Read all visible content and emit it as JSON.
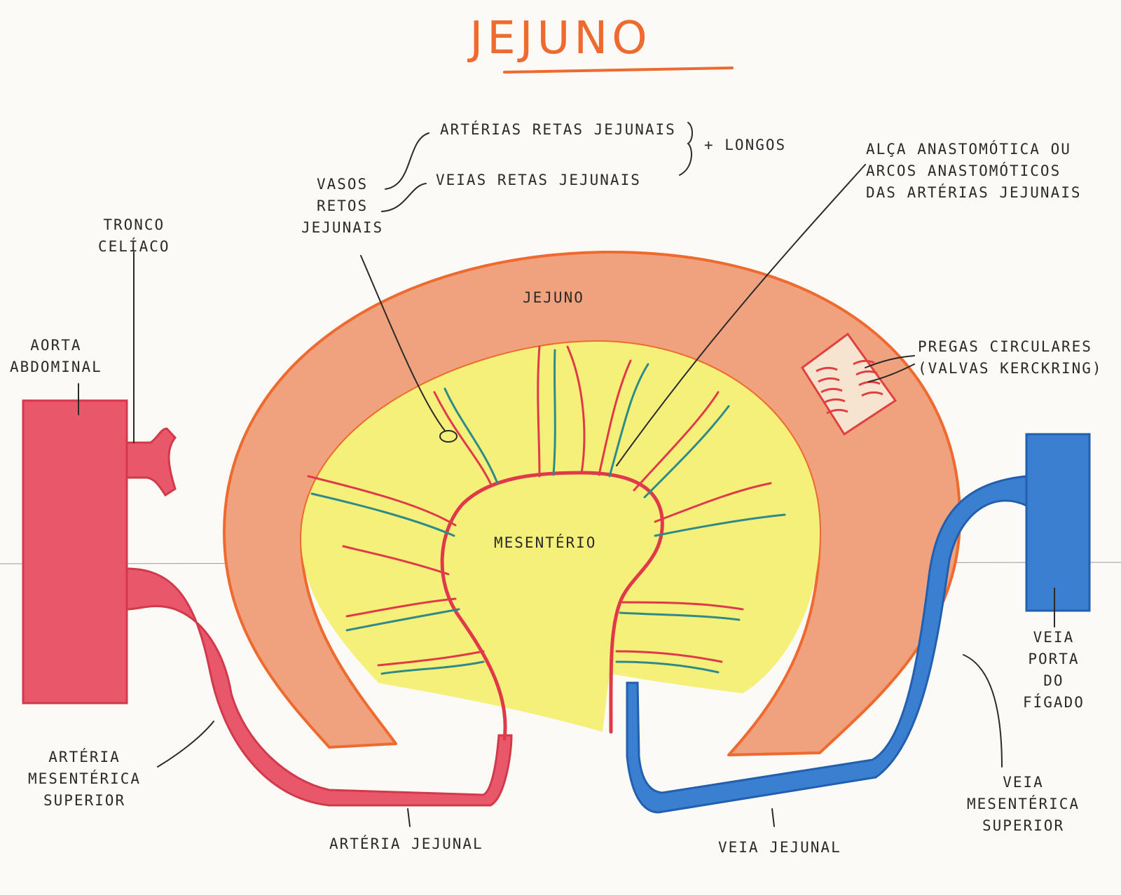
{
  "title": "JEJUNO",
  "labels": {
    "jejuno_inner": "JEJUNO",
    "mesenterio": "MESENTÉRIO",
    "tronco_celiaco": [
      "TRONCO",
      "CELÍACO"
    ],
    "aorta_abdominal": [
      "AORTA",
      "ABDOMINAL"
    ],
    "arteria_mesenterica_superior": [
      "ARTÉRIA",
      "MESENTÉRICA",
      "SUPERIOR"
    ],
    "arteria_jejunal": "ARTÉRIA JEJUNAL",
    "veia_jejunal": "VEIA JEJUNAL",
    "veia_porta_do_figado": [
      "VEIA",
      "PORTA",
      "DO",
      "FÍGADO"
    ],
    "veia_mesenterica_superior": [
      "VEIA",
      "MESENTÉRICA",
      "SUPERIOR"
    ],
    "vasos_retos_jejunais": [
      "VASOS",
      "RETOS",
      "JEJUNAIS"
    ],
    "arterias_retas_jejunais": "ARTÉRIAS RETAS JEJUNAIS",
    "veias_retas_jejunais": "VEIAS RETAS JEJUNAIS",
    "mais_longos": "+ LONGOS",
    "alca_anastomotica": [
      "ALÇA ANASTOMÓTICA OU",
      "ARCOS ANASTOMÓTICOS",
      "DAS ARTÉRIAS JEJUNAIS"
    ],
    "pregas_circulares": [
      "PREGAS CIRCULARES",
      "(VALVAS KERCKRING)"
    ]
  },
  "colors": {
    "title": "#ee6a2e",
    "jejuno_wall": "#f0a27e",
    "jejuno_outline": "#ee6a2e",
    "mesentery": "#f5f07a",
    "artery": "#e03a4a",
    "artery_fill": "#e8586a",
    "vein": "#2f72c2",
    "vein_fill": "#3a7fd0",
    "vein_branch": "#2f8a8a",
    "ink": "#2a2a2a"
  }
}
